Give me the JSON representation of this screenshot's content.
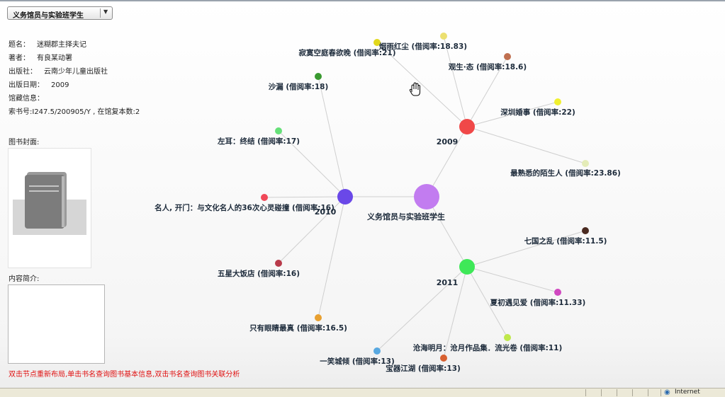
{
  "selector": {
    "value": "义务馆员与实验班学生"
  },
  "info": [
    {
      "key": "题名：",
      "value": "迷糊郡主择夫记"
    },
    {
      "key": "著者：",
      "value": "有良某动署"
    },
    {
      "key": "出版社：",
      "value": "云南少年儿童出版社"
    },
    {
      "key": "出版日期：",
      "value": "2009"
    },
    {
      "key": "馆藏信息：",
      "value": ""
    },
    {
      "key": "索书号:",
      "value": "I247.5/200905/Y , 在馆复本数:2"
    }
  ],
  "cover_label": "图书封面:",
  "desc_label": "内容简介:",
  "hint": "双击节点重新布局,单击书名查询图书基本信息,双击书名查询图书关联分析",
  "graph": {
    "center": {
      "label": "义务馆员与实验班学生",
      "color": "#c27cf0"
    },
    "years": [
      {
        "label": "2009",
        "color": "#f04848",
        "books": [
          {
            "label": "寂寞空庭春欲晚 (借阅率:21)",
            "color": "#e2d81c"
          },
          {
            "label": "烟雨红尘 (借阅率:18.83)",
            "color": "#ece070"
          },
          {
            "label": "观生·态 (借阅率:18.6)",
            "color": "#c07050"
          },
          {
            "label": "深圳婚事 (借阅率:22)",
            "color": "#f0f030"
          },
          {
            "label": "最熟悉的陌生人 (借阅率:23.86)",
            "color": "#e4ecb8"
          }
        ]
      },
      {
        "label": "2010",
        "color": "#6a48e8",
        "books": [
          {
            "label": "沙漏 (借阅率:18)",
            "color": "#3a9a30"
          },
          {
            "label": "左耳：终结 (借阅率:17)",
            "color": "#66e078"
          },
          {
            "label": "名人, 开门：与文化名人的36次心灵碰撞 (借阅率:16)",
            "color": "#f04858"
          },
          {
            "label": "五星大饭店 (借阅率:16)",
            "color": "#b83a4a"
          },
          {
            "label": "只有眼睛最真 (借阅率:16.5)",
            "color": "#e8a030"
          }
        ]
      },
      {
        "label": "2011",
        "color": "#3ee858",
        "books": [
          {
            "label": "七国之乱 (借阅率:11.5)",
            "color": "#4a2a20"
          },
          {
            "label": "夏初遇见爱 (借阅率:11.33)",
            "color": "#d048c0"
          },
          {
            "label": "沧海明月：沧月作品集．流光卷 (借阅率:11)",
            "color": "#bfe84a"
          },
          {
            "label": "宝器江湖 (借阅率:13)",
            "color": "#d86030"
          },
          {
            "label": "一笑城倾 (借阅率:13)",
            "color": "#58a8e0"
          }
        ]
      }
    ]
  },
  "status": {
    "zone": "Internet"
  }
}
